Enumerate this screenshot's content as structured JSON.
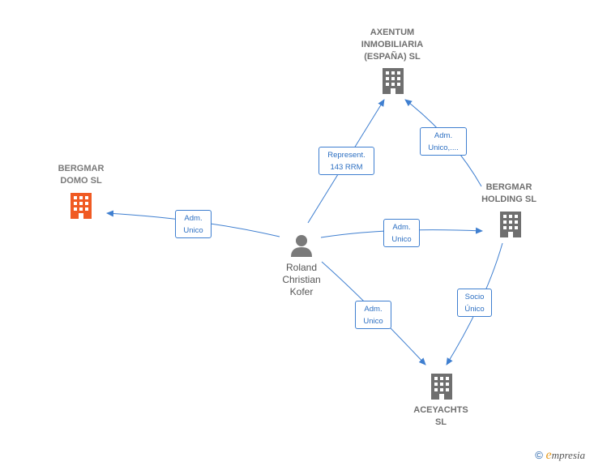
{
  "colors": {
    "edge": "#3f7fd0",
    "company_icon": "#6f6f6f",
    "highlight_icon": "#f05a23",
    "person_icon": "#7a7a7a"
  },
  "nodes": {
    "axentum": {
      "label": "AXENTUM\nINMOBILIARIA\n(ESPAÑA)  SL",
      "icon": "building-icon"
    },
    "bergmar_domo": {
      "label": "BERGMAR\nDOMO  SL",
      "icon": "building-icon-highlight"
    },
    "bergmar_holding": {
      "label": "BERGMAR\nHOLDING SL",
      "icon": "building-icon"
    },
    "roland": {
      "label": "Roland\nChristian\nKofer",
      "icon": "person-icon"
    },
    "aceyachts": {
      "label": "ACEYACHTS\nSL",
      "icon": "building-icon"
    }
  },
  "edges": {
    "roland_axentum": "Represent.\n143 RRM",
    "holding_axentum": "Adm.\nUnico,....",
    "roland_domo": "Adm.\nUnico",
    "roland_holding": "Adm.\nUnico",
    "roland_aceyachts": "Adm.\nUnico",
    "holding_aceyachts": "Socio\nÚnico"
  },
  "footer": {
    "copyright_symbol": "©",
    "brand_first": "e",
    "brand_rest": "mpresia"
  }
}
